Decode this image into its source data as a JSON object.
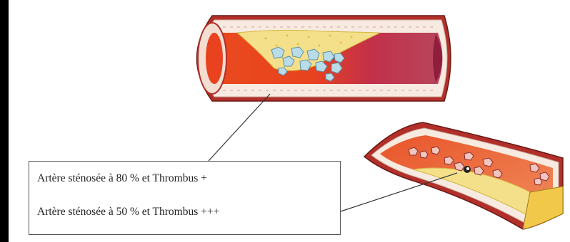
{
  "colors": {
    "page_background": "#000000",
    "canvas_background": "#ffffff",
    "vessel_wall_outer": "#b22f2a",
    "vessel_wall_inner": "#f7eae0",
    "blood_red": "#e8421f",
    "blood_dark": "#a4264a",
    "plaque_yellow": "#f4e08a",
    "thrombus_blue": "#b8dde9",
    "pointer_line": "#333333"
  },
  "captions": {
    "line_1": "Artère sténosée à 80 % et Thrombus +",
    "line_2": "Artère sténosée à 50 % et Thrombus +++"
  },
  "illustrations": {
    "top": "artery-stenosis-80-thrombus-plus",
    "bottom": "artery-stenosis-50-thrombus-plus-plus-plus"
  }
}
